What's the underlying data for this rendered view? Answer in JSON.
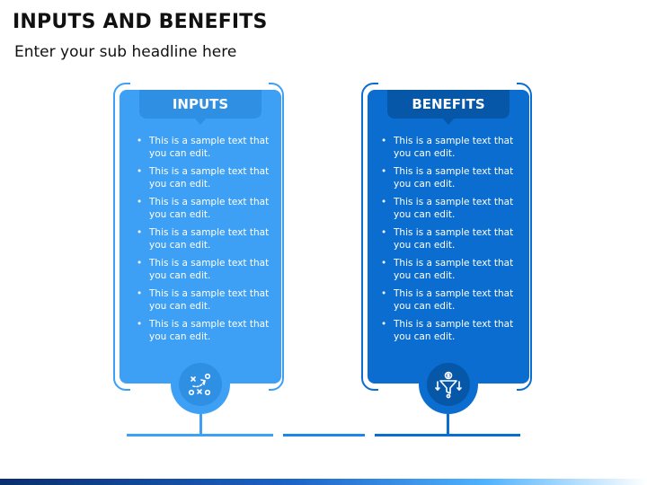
{
  "title": "INPUTS AND BENEFITS",
  "subtitle": "Enter your sub headline here",
  "colors": {
    "inputs": "#3ea0f4",
    "inputs_dark": "#2f8fe3",
    "benefits": "#0a6dcf",
    "benefits_dark": "#0657a8"
  },
  "panels": [
    {
      "header": "INPUTS",
      "icon": "strategy-play-icon",
      "items": [
        "This is a sample text that you can edit.",
        "This is a sample text that you can edit.",
        "This is a sample text that you can edit.",
        "This is a sample text that you can edit.",
        "This is a sample text that you can edit.",
        "This is a sample text that you can edit.",
        "This is a sample text that you can edit."
      ]
    },
    {
      "header": "BENEFITS",
      "icon": "money-funnel-icon",
      "items": [
        "This is a sample text that you can edit.",
        "This is a sample text that you can edit.",
        "This is a sample text that you can edit.",
        "This is a sample text that you can edit.",
        "This is a sample text that you can edit.",
        "This is a sample text that you can edit.",
        "This is a sample text that you can edit."
      ]
    }
  ]
}
